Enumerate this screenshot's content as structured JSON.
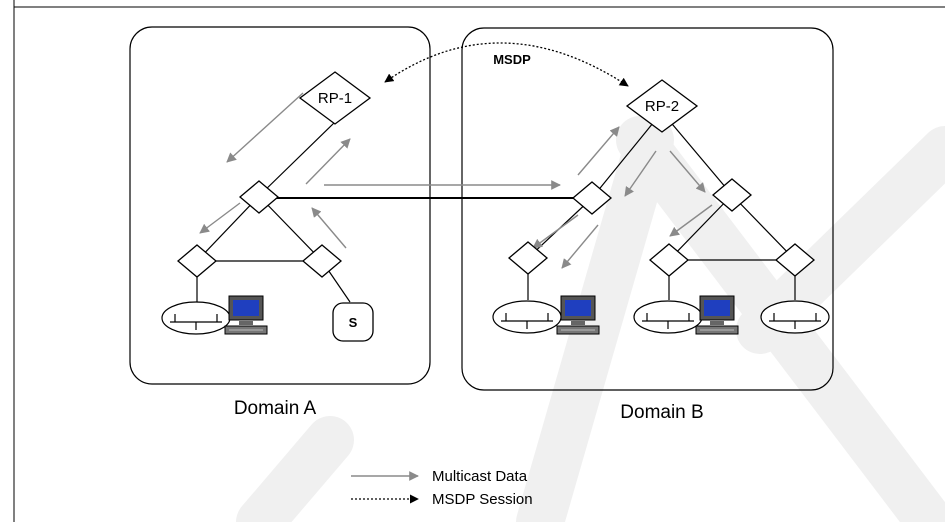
{
  "diagram": {
    "msdp_label": "MSDP",
    "rp1_label": "RP-1",
    "rp2_label": "RP-2",
    "source_label": "S",
    "domain_a_label": "Domain A",
    "domain_b_label": "Domain B"
  },
  "legend": {
    "multicast_data": "Multicast Data",
    "msdp_session": "MSDP Session"
  },
  "colors": {
    "gray_arrow": "#8a8a8a",
    "watermark": "#f0f0f0",
    "ink": "#000000"
  }
}
